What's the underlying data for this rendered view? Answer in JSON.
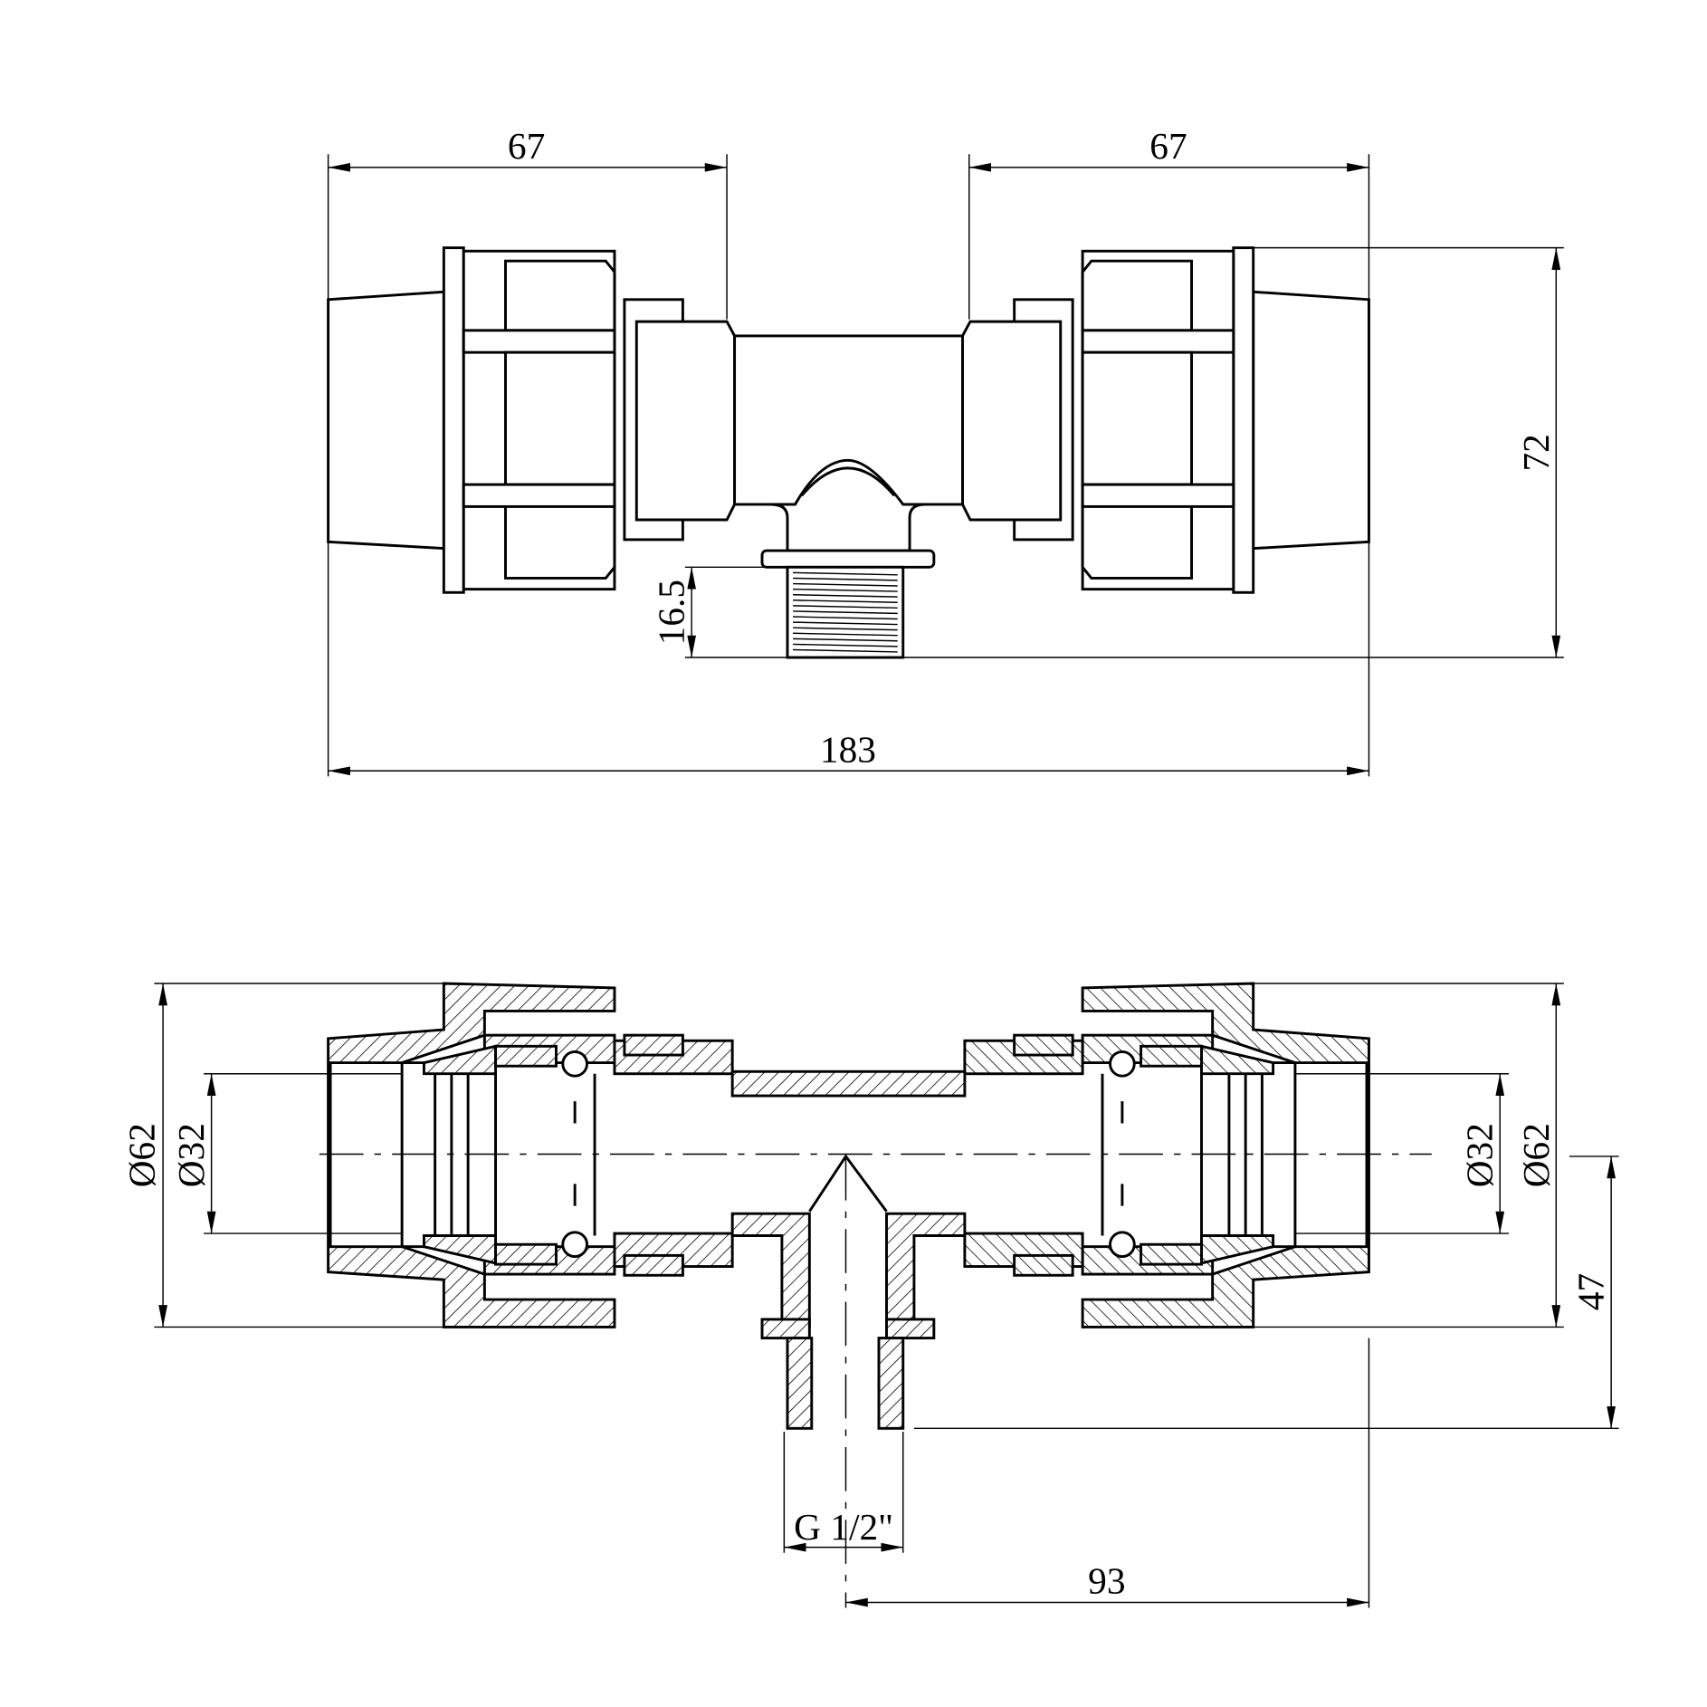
{
  "drawing": {
    "top_view": {
      "dim_left_length": "67",
      "dim_right_length": "67",
      "dim_total_length": "183",
      "dim_height": "72",
      "dim_thread_length": "16.5"
    },
    "section_view": {
      "dim_outer_diameter_left": "Ø62",
      "dim_pipe_diameter_left": "Ø32",
      "dim_pipe_diameter_right": "Ø32",
      "dim_outer_diameter_right": "Ø62",
      "dim_branch_height": "47",
      "dim_thread_size": "G 1/2\"",
      "dim_half_length": "93"
    }
  }
}
